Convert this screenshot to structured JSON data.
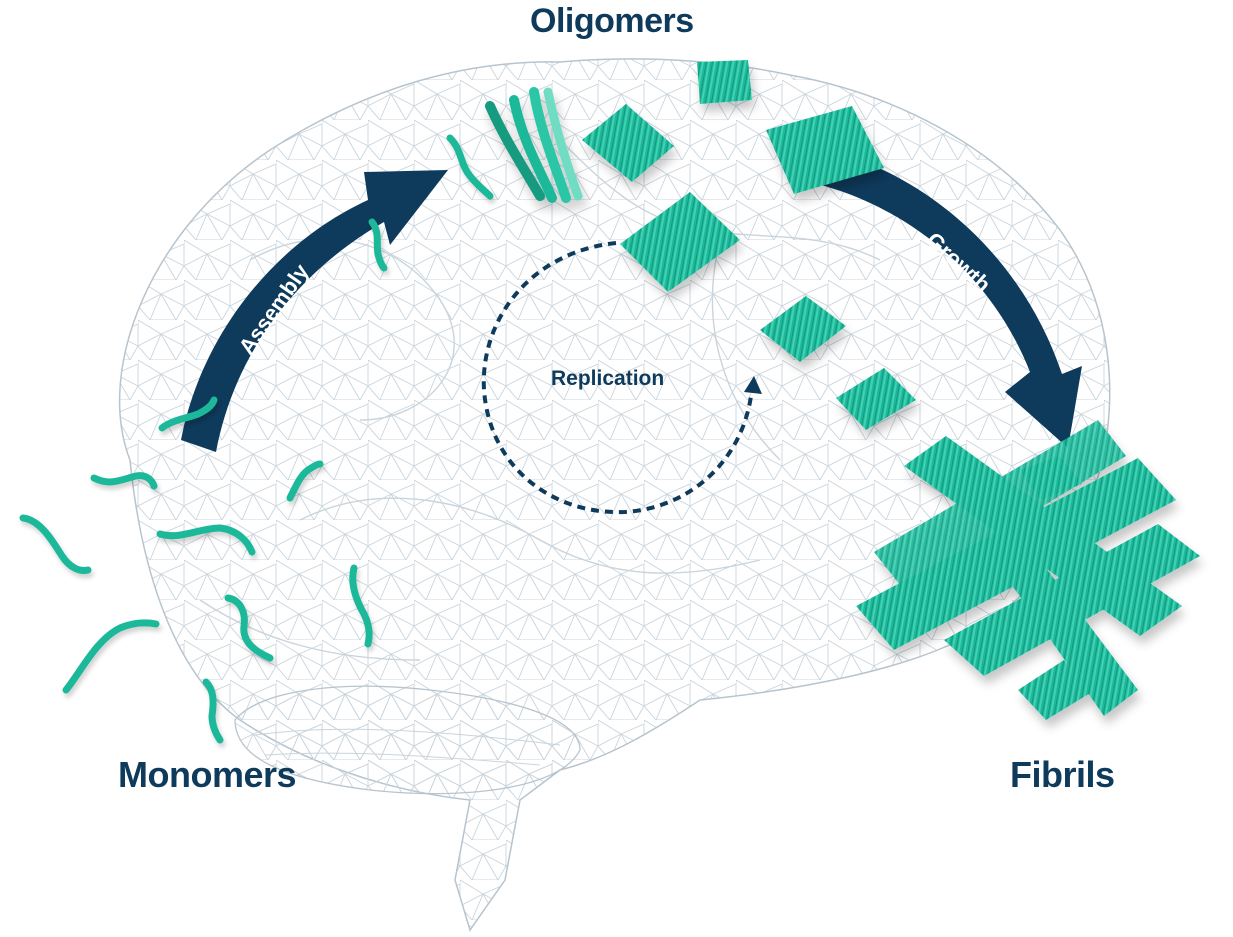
{
  "labels": {
    "oligomers": "Oligomers",
    "monomers": "Monomers",
    "fibrils": "Fibrils",
    "replication": "Replication"
  },
  "arrows": {
    "assembly": "Assembly",
    "growth": "Growth"
  },
  "colors": {
    "navy": "#0e3a5c",
    "teal": "#1fb89a",
    "teal_dark": "#139a80",
    "teal_light": "#6fdcc4",
    "mesh": "#c9d4dc"
  }
}
